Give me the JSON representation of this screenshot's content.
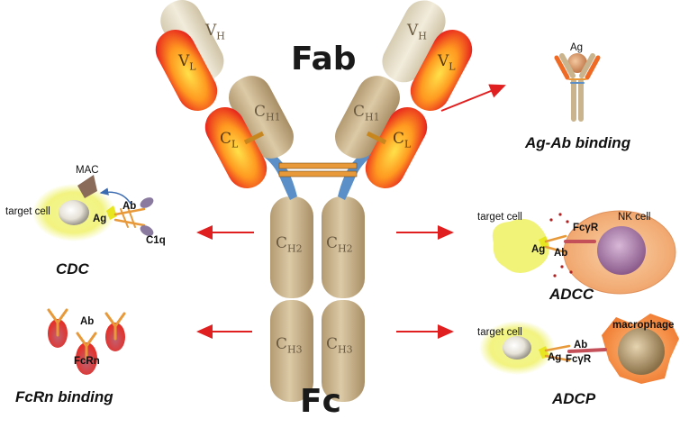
{
  "colors": {
    "heavy_chain": "#c9b48e",
    "variable_heavy": "#e6dcc4",
    "light_chain_outer": "#e8281e",
    "light_chain_inner": "#ffd83a",
    "hinge": "#e89a3a",
    "carbohydrate": "#5b8fc8",
    "arrow": "#e02020",
    "cell_halo": "#eef060",
    "nk_cell": "#f3b07a",
    "nucleus": "#a07aa0",
    "macrophage": "#f08a3c"
  },
  "antibody": {
    "region_top": "Fab",
    "region_bottom": "Fc",
    "domains": {
      "vh_left": {
        "main": "V",
        "sub": "H"
      },
      "vh_right": {
        "main": "V",
        "sub": "H"
      },
      "vl_left": {
        "main": "V",
        "sub": "L"
      },
      "vl_right": {
        "main": "V",
        "sub": "L"
      },
      "ch1_left": {
        "main": "C",
        "sub": "H1"
      },
      "ch1_right": {
        "main": "C",
        "sub": "H1"
      },
      "cl_left": {
        "main": "C",
        "sub": "L"
      },
      "cl_right": {
        "main": "C",
        "sub": "L"
      },
      "ch2_left": {
        "main": "C",
        "sub": "H2"
      },
      "ch2_right": {
        "main": "C",
        "sub": "H2"
      },
      "ch3_left": {
        "main": "C",
        "sub": "H3"
      },
      "ch3_right": {
        "main": "C",
        "sub": "H3"
      }
    }
  },
  "panels": {
    "ag_ab": {
      "caption": "Ag-Ab binding",
      "ag": "Ag"
    },
    "cdc": {
      "caption": "CDC",
      "target": "target cell",
      "mac": "MAC",
      "ag": "Ag",
      "ab": "Ab",
      "c1q": "C1q"
    },
    "adcc": {
      "caption": "ADCC",
      "target": "target cell",
      "ag": "Ag",
      "ab": "Ab",
      "receptor": "FcγR",
      "effector": "NK cell"
    },
    "fcrn": {
      "caption": "FcRn binding",
      "ab": "Ab",
      "receptor": "FcRn"
    },
    "adcp": {
      "caption": "ADCP",
      "target": "target cell",
      "ag": "Ag",
      "ab": "Ab",
      "receptor": "FcγR",
      "effector": "macrophage"
    }
  }
}
